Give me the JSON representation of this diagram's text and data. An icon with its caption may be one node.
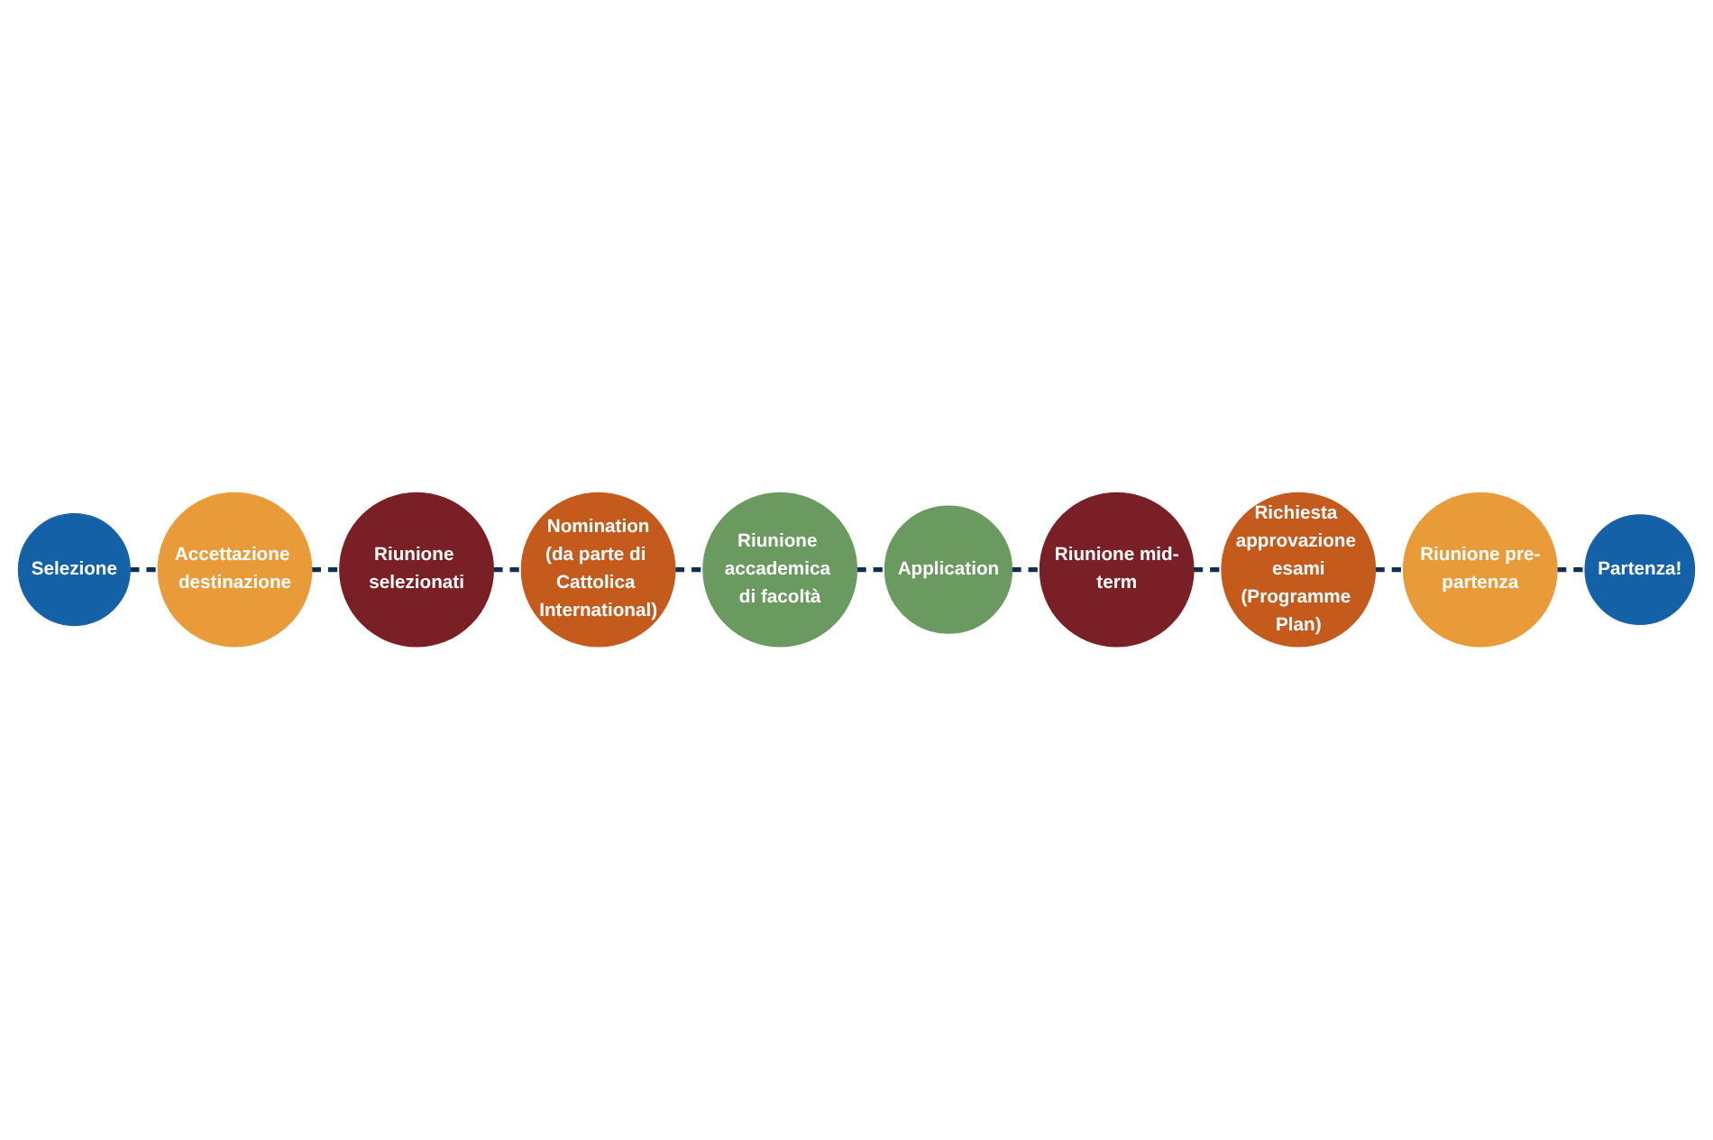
{
  "diagram": {
    "nodes": [
      {
        "text": [
          "Selezione"
        ]
      },
      {
        "text": [
          "Accettazione destinazione"
        ]
      },
      {
        "text": [
          "Riunione selezionati"
        ]
      },
      {
        "text": [
          "Nomination",
          "(da parte di Cattolica International)"
        ]
      },
      {
        "text": [
          "Riunione accademica di facoltà"
        ]
      },
      {
        "text": [
          "Application"
        ]
      },
      {
        "text": [
          "Riunione mid-term"
        ]
      },
      {
        "text": [
          "Richiesta approvazione esami",
          "(Programme Plan)"
        ]
      },
      {
        "text": [
          "Riunione pre-partenza"
        ]
      },
      {
        "text": [
          "Partenza!"
        ]
      }
    ],
    "edges": [
      {
        "from": 0,
        "to": 1,
        "arrow": "none",
        "style": "dashed"
      },
      {
        "from": 1,
        "to": 2,
        "arrow": "none",
        "style": "dashed"
      },
      {
        "from": 2,
        "to": 3,
        "arrow": "none",
        "style": "dashed"
      },
      {
        "from": 3,
        "to": 4,
        "arrow": "none",
        "style": "dashed"
      },
      {
        "from": 4,
        "to": 5,
        "arrow": "none",
        "style": "dashed"
      },
      {
        "from": 5,
        "to": 6,
        "arrow": "none",
        "style": "dashed"
      },
      {
        "from": 6,
        "to": 7,
        "arrow": "none",
        "style": "dashed"
      },
      {
        "from": 7,
        "to": 8,
        "arrow": "none",
        "style": "dashed"
      },
      {
        "from": 8,
        "to": 9,
        "arrow": "none",
        "style": "dashed"
      }
    ]
  }
}
